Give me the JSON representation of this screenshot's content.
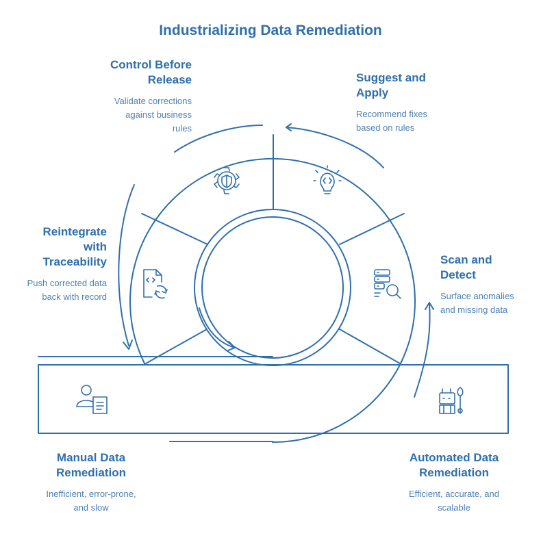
{
  "title": "Industrializing Data Remediation",
  "colors": {
    "ink": "#2f6fad",
    "text": "#4d80b5",
    "background": "#ffffff"
  },
  "steps": [
    {
      "id": "control",
      "heading": "Control Before\nRelease",
      "description": "Validate corrections\nagainst business\nrules",
      "icon": "gear-shield-icon"
    },
    {
      "id": "suggest",
      "heading": "Suggest and\nApply",
      "description": "Recommend fixes\nbased on rules",
      "icon": "lightbulb-code-icon"
    },
    {
      "id": "reintegrate",
      "heading": "Reintegrate\nwith\nTraceability",
      "description": "Push corrected data\nback with record",
      "icon": "file-sync-icon"
    },
    {
      "id": "scan",
      "heading": "Scan and\nDetect",
      "description": "Surface anomalies\nand missing data",
      "icon": "database-search-icon"
    }
  ],
  "ends": {
    "manual": {
      "heading": "Manual Data\nRemediation",
      "description": "Inefficient, error-prone,\nand slow",
      "icon": "person-document-icon"
    },
    "automated": {
      "heading": "Automated Data\nRemediation",
      "description": "Efficient, accurate, and\nscalable",
      "icon": "robot-wrench-icon"
    }
  }
}
